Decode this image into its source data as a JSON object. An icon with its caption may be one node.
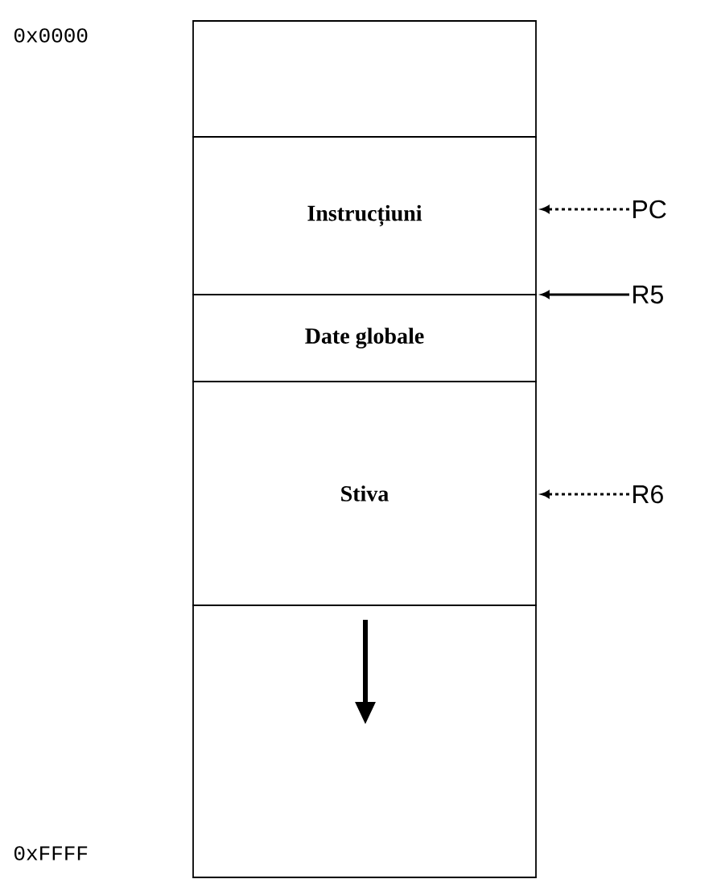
{
  "diagram": {
    "nodes": [
      {
        "text": [],
        "shape": "box"
      },
      {
        "text": [
          "Instrucțiuni"
        ]
      },
      {
        "text": [
          "Date globale"
        ]
      },
      {
        "text": [
          "Stiva"
        ]
      },
      {
        "text": [],
        "shape": "box"
      },
      {
        "text": [
          "PC"
        ]
      },
      {
        "text": [
          "R5"
        ]
      },
      {
        "text": [
          "R6"
        ]
      }
    ],
    "edges": [
      {
        "from": 5,
        "to": 1,
        "arrow": "to",
        "style": "dashed"
      },
      {
        "from": 6,
        "to": 2,
        "arrow": "to"
      },
      {
        "from": 7,
        "to": 3,
        "arrow": "to",
        "style": "dashed"
      }
    ],
    "labels": [
      "0x0000",
      "0xFFFF"
    ]
  }
}
